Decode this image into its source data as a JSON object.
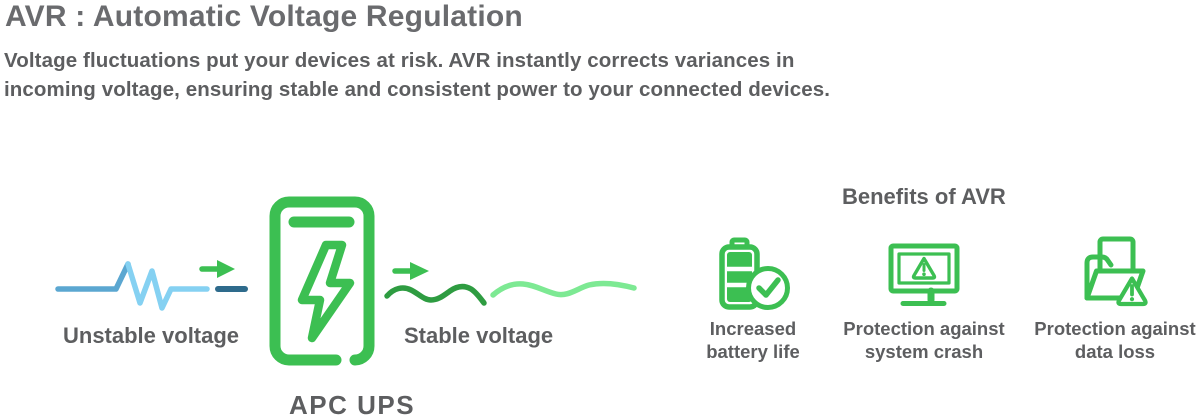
{
  "header": {
    "title": "AVR : Automatic Voltage Regulation",
    "description_lines": [
      "Voltage fluctuations put your devices at risk. AVR instantly corrects variances in",
      "incoming voltage, ensuring stable and consistent power to your connected devices."
    ]
  },
  "diagram": {
    "unstable_label": "Unstable voltage",
    "stable_label": "Stable voltage",
    "ups_label": "APC UPS"
  },
  "benefits": {
    "heading": "Benefits of AVR",
    "items": [
      {
        "icon": "battery-check-icon",
        "lines": [
          "Increased",
          "battery life"
        ]
      },
      {
        "icon": "monitor-warning-icon",
        "lines": [
          "Protection against",
          "system crash"
        ]
      },
      {
        "icon": "folder-warning-icon",
        "lines": [
          "Protection against",
          "data loss"
        ]
      }
    ]
  },
  "colors": {
    "green": "#3CBF52",
    "green_dark": "#2E9C41",
    "green_light": "#7DE993",
    "blue_medium": "#5BA7D1",
    "blue_light": "#85D1F2",
    "blue_dark": "#2E6B8C",
    "title_gray": "#6A6B6E",
    "text_gray": "#5D5E60"
  }
}
